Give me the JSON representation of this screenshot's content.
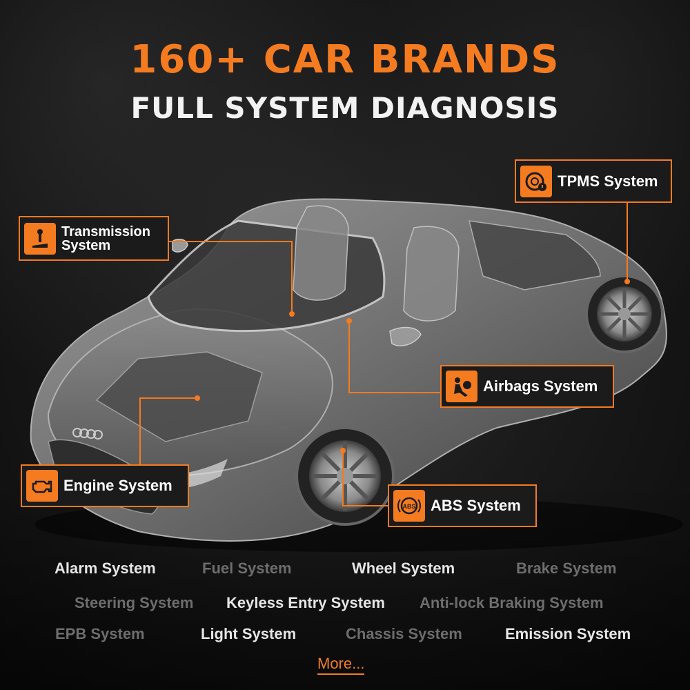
{
  "header": {
    "title": "160+ CAR BRANDS",
    "subtitle": "FULL SYSTEM DIAGNOSIS"
  },
  "colors": {
    "accent": "#f47b20",
    "background": "#141414",
    "text_primary": "#e6e6e6",
    "text_muted": "#6d6d6d"
  },
  "callouts": {
    "tpms": {
      "label": "TPMS System",
      "icon": "tire-pressure-icon"
    },
    "transmission": {
      "label_line1": "Transmission",
      "label_line2": "System",
      "icon": "gear-shift-icon"
    },
    "airbags": {
      "label": "Airbags System",
      "icon": "airbag-icon"
    },
    "engine": {
      "label": "Engine System",
      "icon": "engine-warning-icon"
    },
    "abs": {
      "label": "ABS System",
      "icon": "abs-icon",
      "icon_text": "ABS"
    }
  },
  "systems_list": [
    [
      "Alarm System",
      "Fuel System",
      "Wheel System",
      "Brake System"
    ],
    [
      "Steering System",
      "Keyless Entry System",
      "Anti-lock Braking System"
    ],
    [
      "EPB System",
      "Light System",
      "Chassis System",
      "Emission System"
    ]
  ],
  "more_link": "More..."
}
